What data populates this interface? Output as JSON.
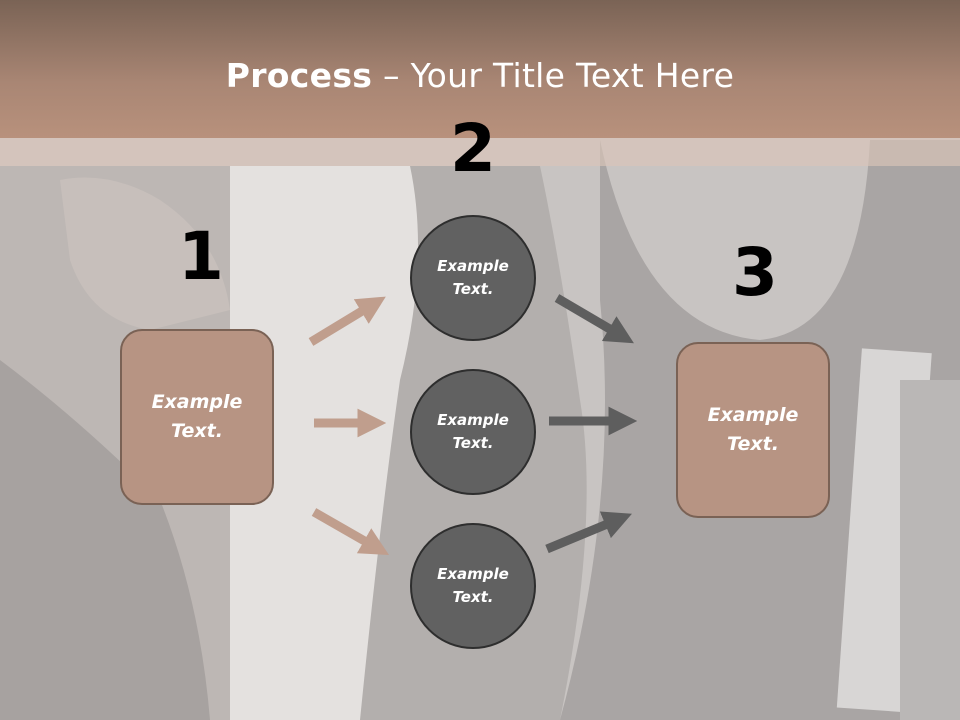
{
  "title": {
    "bold": "Process",
    "rest": " – Your Title Text Here"
  },
  "steps": [
    {
      "number": "1",
      "text": [
        "Example",
        "Text."
      ]
    },
    {
      "number": "2",
      "items": [
        {
          "text": [
            "Example",
            "Text."
          ]
        },
        {
          "text": [
            "Example",
            "Text."
          ]
        },
        {
          "text": [
            "Example",
            "Text."
          ]
        }
      ]
    },
    {
      "number": "3",
      "text": [
        "Example",
        "Text."
      ]
    }
  ],
  "colors": {
    "title_band": "#a98674",
    "box_fill": "#b79483",
    "box_border": "#7a6255",
    "circle_fill": "#616161",
    "arrow_light": "#c09e8d",
    "arrow_dark": "#5e5e5e"
  }
}
